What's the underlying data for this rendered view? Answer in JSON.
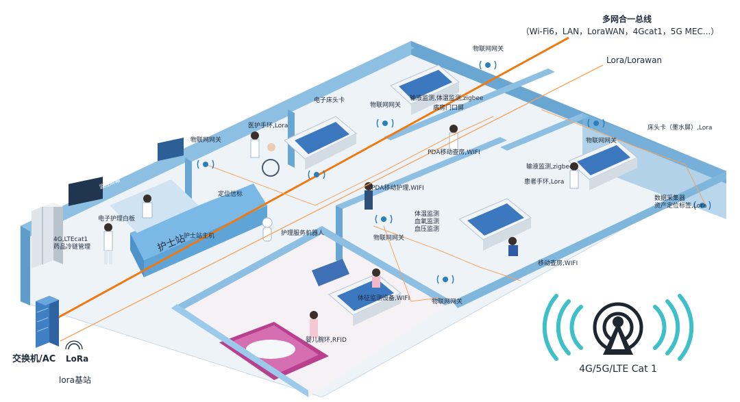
{
  "bus": {
    "title": "多网合一总线",
    "subtitle": "（Wi-Fi6，LAN，LoraWAN，4Gcat1，5G MEC...）",
    "lora_line": "Lora/Lorawan"
  },
  "labels": {
    "iot_gateway": "物联网网关",
    "electronic_bed_card": "电子床头卡",
    "care_bracelet": "医护手环,Lora",
    "infusion_fall": "输液监测,体温监测,zigbee",
    "ward_door_card": "病房门口屏",
    "bedside_card": "床头卡（墨水屏）,Lora",
    "pda_rounds": "PDA移动查房,WIFI",
    "pda_care": "PDA移动护理,WIFI",
    "positioning_beacon": "定位信标",
    "nurse_station_host": "护士站主机",
    "nurse_whiteboard": "电子护理白板",
    "service_robot": "护理服务机器人",
    "drug_cold_chain": "4G,LTEcat1\n药品冷链管理",
    "vital_monitor": "体温监测\n血氧监测\n血压监测",
    "infusion_zigbee": "输液监测,zigbee",
    "patient_band": "患者手环,Lora",
    "data_collector": "数据采集器\n资产定位标签,Lora",
    "mobile_rounds": "移动查房,WIFI",
    "vital_sign_wifi": "体征监测设备,WIFI",
    "infant_band": "婴儿腕环,RFID",
    "monitor_screen": "监控屏幕",
    "nurse_station_sign": "护士站"
  },
  "legend": {
    "switch": "交换机/AC",
    "lora_logo": "LoRa",
    "lora_base": "lora基站",
    "cellular": "4G/5G/LTE Cat 1"
  },
  "colors": {
    "wall": "#7fb6dc",
    "wall_dark": "#4f8fbf",
    "floor": "#eef3f8",
    "bus_orange": "#f07a12",
    "lora_orange": "#f4a35c",
    "bed_blue": "#3c78c0",
    "icon_dark": "#1e2630",
    "signal_teal": "#3fc0c8"
  }
}
